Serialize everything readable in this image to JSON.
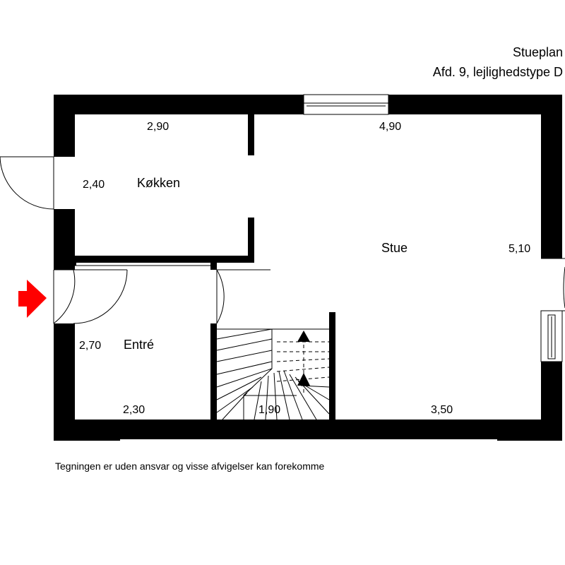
{
  "header": {
    "title": "Stueplan",
    "subtitle": "Afd. 9, lejlighedstype D"
  },
  "rooms": {
    "kitchen": "Køkken",
    "living": "Stue",
    "entrance": "Entré"
  },
  "dimensions": {
    "kitchen_width": "2,90",
    "living_width": "4,90",
    "kitchen_depth": "2,40",
    "living_depth": "5,10",
    "entrance_depth": "2,70",
    "entrance_width": "2,30",
    "stair_width": "1,90",
    "living_bottom_width": "3,50"
  },
  "footer": {
    "disclaimer": "Tegningen er uden ansvar og visse afvigelser kan forekomme"
  },
  "colors": {
    "wall": "#000000",
    "entry_arrow": "#ff0000"
  }
}
